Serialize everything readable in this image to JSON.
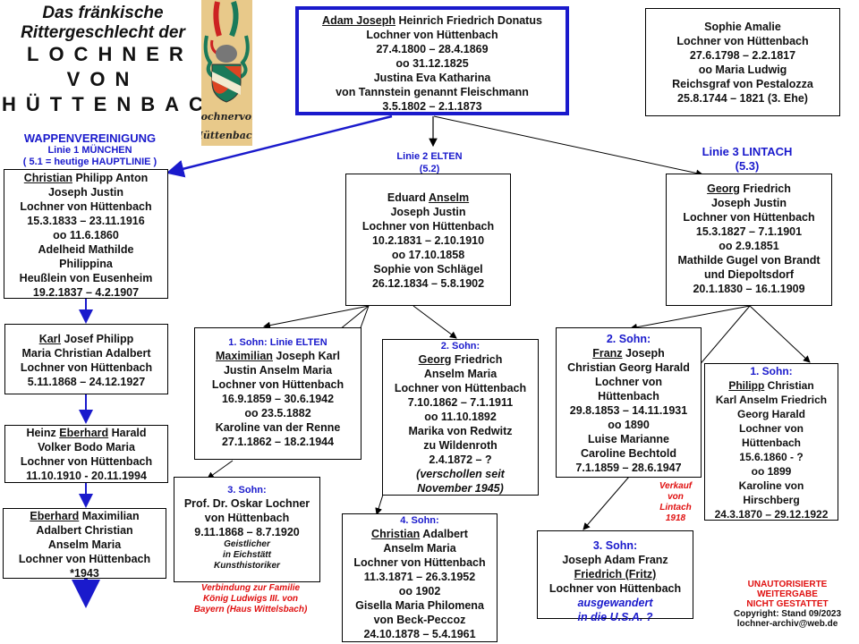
{
  "title": {
    "line1": "Das fränkische",
    "line2": "Rittergeschlecht der",
    "line3": "LOCHNER",
    "line4": "VON",
    "line5": "HÜTTENBACH"
  },
  "crest": {
    "caption1": "Lochnervon",
    "caption2": "Hüttenbach"
  },
  "root": {
    "name_underlined": "Adam Joseph",
    "name_rest": " Heinrich Friedrich Donatus",
    "lines": [
      "Lochner von Hüttenbach",
      "27.4.1800 – 28.4.1869",
      "oo 31.12.1825",
      "Justina Eva Katharina",
      "von Tannstein genannt Fleischmann",
      "3.5.1802 – 2.1.1873"
    ]
  },
  "sister": {
    "lines": [
      "Sophie Amalie",
      "Lochner von Hüttenbach",
      "27.6.1798 – 2.2.1817",
      "oo Maria Ludwig",
      "Reichsgraf von Pestalozza",
      "25.8.1744 – 1821 (3. Ehe)"
    ]
  },
  "linie1": {
    "label1": "WAPPENVEREINIGUNG",
    "label2": "Linie 1   MÜNCHEN",
    "label3": "( 5.1 = heutige HAUPTLINIE  )"
  },
  "linie2": {
    "label1": "Linie 2    ELTEN",
    "label2": "(5.2)"
  },
  "linie3": {
    "label1": "Linie 3  LINTACH",
    "label2": "(5.3)"
  },
  "christian": {
    "name_underlined": "Christian",
    "name_rest": " Philipp Anton",
    "lines": [
      "Joseph Justin",
      "Lochner von Hüttenbach",
      "15.3.1833 – 23.11.1916",
      "oo 11.6.1860",
      "Adelheid Mathilde",
      "Philippina",
      "Heußlein von Eusenheim",
      "19.2.1837 – 4.2.1907"
    ]
  },
  "karl": {
    "name_underlined": "Karl",
    "name_rest": " Josef Philipp",
    "lines": [
      "Maria Christian Adalbert",
      "Lochner von Hüttenbach",
      "5.11.1868 – 24.12.1927"
    ]
  },
  "heinz": {
    "name_pre": "Heinz ",
    "name_underlined": "Eberhard",
    "name_rest": " Harald",
    "lines": [
      "Volker Bodo Maria",
      "Lochner von Hüttenbach",
      "11.10.1910  -  20.11.1994"
    ]
  },
  "eberhard": {
    "name_underlined": "Eberhard",
    "name_rest": " Maximilian",
    "lines": [
      "Adalbert Christian",
      "Anselm Maria",
      "Lochner von Hüttenbach",
      "*1943"
    ]
  },
  "eduard": {
    "name_pre": "Eduard ",
    "name_underlined": "Anselm",
    "lines": [
      "Joseph Justin",
      "Lochner von Hüttenbach",
      "10.2.1831 – 2.10.1910",
      "oo 17.10.1858",
      "Sophie von Schlägel",
      "26.12.1834 – 5.8.1902"
    ]
  },
  "georg_l3": {
    "name_underlined": "Georg",
    "name_rest": " Friedrich",
    "lines": [
      "Joseph Justin",
      "Lochner von Hüttenbach",
      "15.3.1827 – 7.1.1901",
      "oo 2.9.1851",
      "Mathilde Gugel von Brandt",
      "und Diepoltsdorf",
      "20.1.1830 – 16.1.1909"
    ]
  },
  "maximilian": {
    "heading": "1. Sohn:     Linie ELTEN",
    "name_underlined": "Maximilian",
    "name_rest": "  Joseph Karl",
    "lines": [
      "Justin  Anselm Maria",
      "Lochner von Hüttenbach",
      "16.9.1859 – 30.6.1942",
      "oo 23.5.1882",
      "Karoline van der Renne",
      "27.1.1862 – 18.2.1944"
    ]
  },
  "georg_l2": {
    "heading": "2. Sohn:",
    "name_underlined": "Georg",
    "name_rest": " Friedrich",
    "lines": [
      "Anselm Maria",
      "Lochner von Hüttenbach",
      "7.10.1862 – 7.1.1911",
      "oo 11.10.1892",
      "Marika von Redwitz",
      "zu Wildenroth",
      "2.4.1872 – ?"
    ],
    "note": [
      "(verschollen  seit",
      "November  1945)"
    ]
  },
  "oskar": {
    "heading": "3. Sohn:",
    "lines": [
      "Prof. Dr. Oskar Lochner",
      "von Hüttenbach",
      "9.11.1868 – 8.7.1920"
    ],
    "note": [
      "Geistlicher",
      "in Eichstätt",
      "Kunsthistoriker"
    ],
    "red_note": [
      "Verbindung zur Familie",
      "König Ludwigs III. von",
      "Bayern (Haus Wittelsbach)"
    ]
  },
  "christian_l2": {
    "heading": "4. Sohn:",
    "name_underlined": "Christian",
    "name_rest": " Adalbert",
    "lines": [
      "Anselm Maria",
      "Lochner von Hüttenbach",
      "11.3.1871 – 26.3.1952",
      "oo 1902",
      "Gisella Maria Philomena",
      "von Beck-Peccoz",
      "24.10.1878 – 5.4.1961"
    ]
  },
  "franz": {
    "heading": "2. Sohn:",
    "name_underlined": "Franz",
    "name_rest": " Joseph",
    "lines": [
      "Christian Georg Harald",
      "Lochner von",
      "Hüttenbach",
      "29.8.1853 – 14.11.1931",
      "oo 1890",
      "Luise Marianne",
      "Caroline Bechtold",
      "7.1.1859 – 28.6.1947"
    ],
    "red_note": [
      "Verkauf",
      "von",
      "Lintach",
      "1918"
    ]
  },
  "philipp": {
    "heading": "1.    Sohn:",
    "name_underlined": "Philipp",
    "name_rest": " Christian",
    "lines": [
      "Karl Anselm Friedrich",
      "Georg Harald",
      "Lochner von",
      "Hüttenbach",
      "15.6.1860 - ?",
      "oo 1899",
      "Karoline von",
      "Hirschberg",
      "24.3.1870 – 29.12.1922"
    ]
  },
  "fritz": {
    "heading": "3. Sohn:",
    "line1": "Joseph Adam Franz",
    "name_underlined": "Friedrich (Fritz)",
    "line3": "Lochner von Hüttenbach",
    "note": [
      "ausgewandert",
      "in die U.S.A. ?"
    ]
  },
  "footer": {
    "warning": [
      "UNAUTORISIERTE",
      "WEITERGABE",
      "NICHT GESTATTET"
    ],
    "copyright": "Copyright: Stand 09/2023",
    "email": "lochner-archiv@web.de"
  },
  "colors": {
    "accent_blue": "#1a1acc",
    "note_red": "#e01010",
    "crest_bg": "#e8c98a"
  }
}
